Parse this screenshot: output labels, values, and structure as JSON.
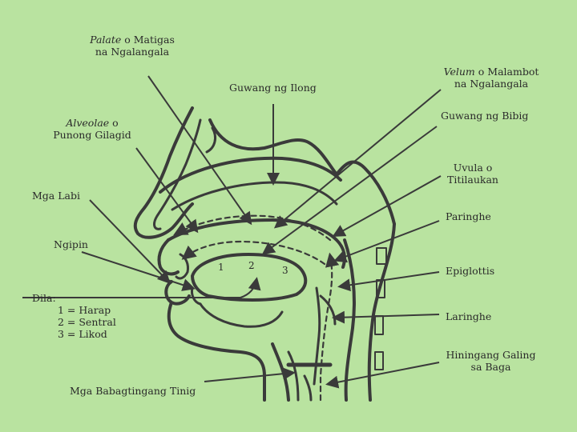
{
  "labels": {
    "palate": {
      "term": "Palate",
      "rest": " o Matigas",
      "line2": "na Ngalangala"
    },
    "guwang_ilong": "Guwang ng Ilong",
    "velum": {
      "term": "Velum",
      "rest": " o Malambot",
      "line2": "na Ngalangala"
    },
    "alveolae": {
      "term": "Alveolae",
      "rest": " o",
      "line2": "Punong Gilagid"
    },
    "guwang_bibig": "Guwang ng Bibig",
    "uvula": {
      "line1": "Uvula o",
      "line2": "Titilaukan"
    },
    "mga_labi": "Mga Labi",
    "paringhe": "Paringhe",
    "ngipin": "Ngipin",
    "epiglottis": "Epiglottis",
    "dila": {
      "title": "Dila:",
      "items": [
        "1 = Harap",
        "2 = Sentral",
        "3 = Likod"
      ]
    },
    "laringhe": "Laringhe",
    "hiningang": {
      "line1": "Hiningang Galing",
      "line2": "sa Baga"
    },
    "babagtingang": "Mga Babagtingang Tinig"
  },
  "tongue_numbers": [
    "1",
    "2",
    "3"
  ],
  "colors": {
    "background": "#b9e3a0",
    "ink": "#3a3a3a"
  }
}
